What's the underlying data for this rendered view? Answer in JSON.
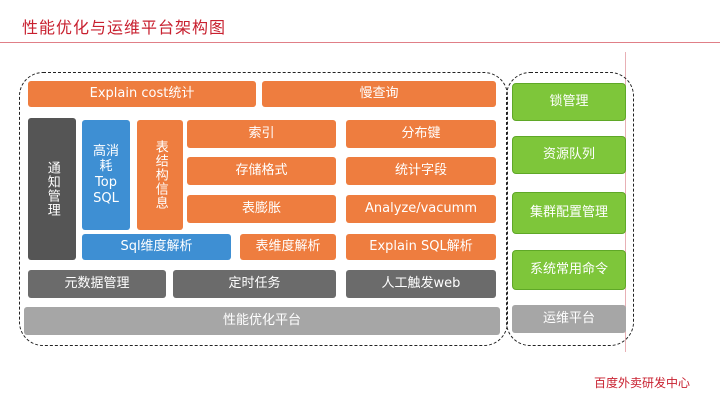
{
  "header": {
    "title": "性能优化与运维平台架构图"
  },
  "diagram": {
    "explain_cost": "Explain cost统计",
    "slow_query": "慢查询",
    "notify_manage": "通知管理",
    "high_cost_top_sql": [
      "高消",
      "耗",
      "Top",
      "SQL"
    ],
    "table_structure_info": "表结构信息",
    "index": "索引",
    "storage_format": "存储格式",
    "table_bloat": "表膨胀",
    "distribution_key": "分布键",
    "stat_fields": "统计字段",
    "analyze_vacuum": "Analyze/vacumm",
    "sql_dimension_analysis": "Sql维度解析",
    "table_dimension_analysis": "表维度解析",
    "explain_sql_analysis": "Explain SQL解析",
    "metadata_manage": "元数据管理",
    "scheduled_tasks": "定时任务",
    "manual_trigger_web": "人工触发web",
    "perf_platform": "性能优化平台"
  },
  "ops": {
    "lock_manage": "锁管理",
    "resource_queue": "资源队列",
    "cluster_config_manage": "集群配置管理",
    "system_common_commands": "系统常用命令",
    "ops_platform": "运维平台"
  },
  "footer": {
    "credit": "百度外卖研发中心"
  },
  "colors": {
    "orange": "#ee7d3f",
    "blue": "#3e8fd3",
    "dark_gray": "#555555",
    "light_gray": "#a6a6a6",
    "green": "#7ec63a",
    "title_red": "#c8202f"
  }
}
